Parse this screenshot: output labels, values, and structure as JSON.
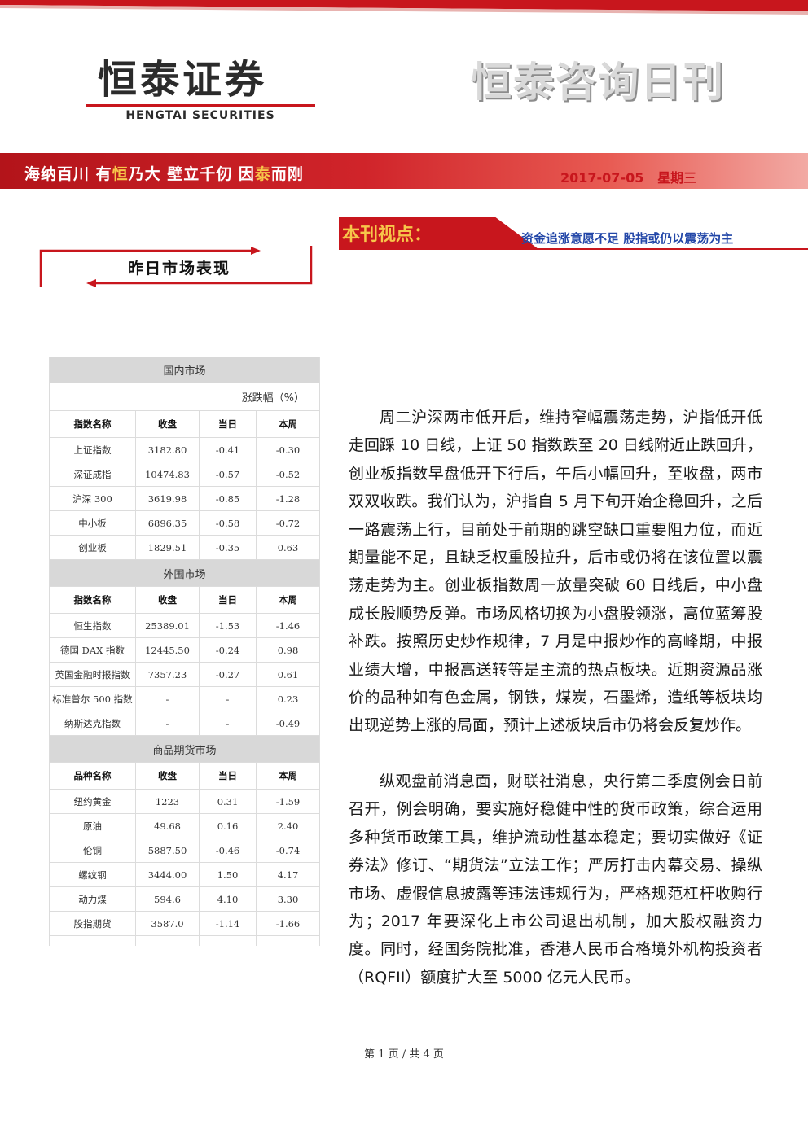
{
  "header": {
    "logo_cn": "恒泰证券",
    "logo_en": "HENGTAI SECURITIES",
    "daily_title": "恒泰咨询日刊",
    "slogan_parts": [
      "海纳百川 有",
      "恒",
      "乃大   壁立千仞 因",
      "泰",
      "而刚"
    ],
    "date": "2017-07-05",
    "weekday": "星期三",
    "accent_color": "#c8161d",
    "gold_color": "#f7c64a"
  },
  "viewpoint": {
    "label": "本刊视点：",
    "headline": "资金追涨意愿不足 股指或仍以震荡为主",
    "headline_color": "#2347a8"
  },
  "section": {
    "title": "昨日市场表现"
  },
  "market": {
    "domestic": {
      "title": "国内市场",
      "unit": "涨跌幅（%）",
      "headers": [
        "指数名称",
        "收盘",
        "当日",
        "本周"
      ],
      "rows": [
        [
          "上证指数",
          "3182.80",
          "-0.41",
          "-0.30"
        ],
        [
          "深证成指",
          "10474.83",
          "-0.57",
          "-0.52"
        ],
        [
          "沪深 300",
          "3619.98",
          "-0.85",
          "-1.28"
        ],
        [
          "中小板",
          "6896.35",
          "-0.58",
          "-0.72"
        ],
        [
          "创业板",
          "1829.51",
          "-0.35",
          "0.63"
        ]
      ]
    },
    "foreign": {
      "title": "外围市场",
      "headers": [
        "指数名称",
        "收盘",
        "当日",
        "本周"
      ],
      "rows": [
        [
          "恒生指数",
          "25389.01",
          "-1.53",
          "-1.46"
        ],
        [
          "德国 DAX 指数",
          "12445.50",
          "-0.24",
          "0.98"
        ],
        [
          "英国金融时报指数",
          "7357.23",
          "-0.27",
          "0.61"
        ],
        [
          "标准普尔 500 指数",
          "-",
          "-",
          "0.23"
        ],
        [
          "纳斯达克指数",
          "-",
          "-",
          "-0.49"
        ]
      ]
    },
    "futures": {
      "title": "商品期货市场",
      "headers": [
        "品种名称",
        "收盘",
        "当日",
        "本周"
      ],
      "rows": [
        [
          "纽约黄金",
          "1223",
          "0.31",
          "-1.59"
        ],
        [
          "原油",
          "49.68",
          "0.16",
          "2.40"
        ],
        [
          "伦铜",
          "5887.50",
          "-0.46",
          "-0.74"
        ],
        [
          "螺纹钢",
          "3444.00",
          "1.50",
          "4.17"
        ],
        [
          "动力煤",
          "594.6",
          "4.10",
          "3.30"
        ],
        [
          "股指期货",
          "3587.0",
          "-1.14",
          "-1.66"
        ]
      ]
    }
  },
  "article": {
    "paragraphs": [
      "周二沪深两市低开后，维持窄幅震荡走势，沪指低开低走回踩 10 日线，上证 50 指数跌至 20 日线附近止跌回升，创业板指数早盘低开下行后，午后小幅回升，至收盘，两市双双收跌。我们认为，沪指自 5 月下旬开始企稳回升，之后一路震荡上行，目前处于前期的跳空缺口重要阻力位，而近期量能不足，且缺乏权重股拉升，后市或仍将在该位置以震荡走势为主。创业板指数周一放量突破 60 日线后，中小盘成长股顺势反弹。市场风格切换为小盘股领涨，高位蓝筹股补跌。按照历史炒作规律，7 月是中报炒作的高峰期，中报业绩大增，中报高送转等是主流的热点板块。近期资源品涨价的品种如有色金属，钢铁，煤炭，石墨烯，造纸等板块均出现逆势上涨的局面，预计上述板块后市仍将会反复炒作。",
      "纵观盘前消息面，财联社消息，央行第二季度例会日前召开，例会明确，要实施好稳健中性的货币政策，综合运用多种货币政策工具，维护流动性基本稳定；要切实做好《证券法》修订、“期货法”立法工作；严厉打击内幕交易、操纵市场、虚假信息披露等违法违规行为，严格规范杠杆收购行为；2017 年要深化上市公司退出机制，加大股权融资力度。同时，经国务院批准，香港人民币合格境外机构投资者（RQFII）额度扩大至 5000 亿元人民币。"
    ]
  },
  "footer": {
    "page_text": "第 1 页 / 共 4 页"
  }
}
